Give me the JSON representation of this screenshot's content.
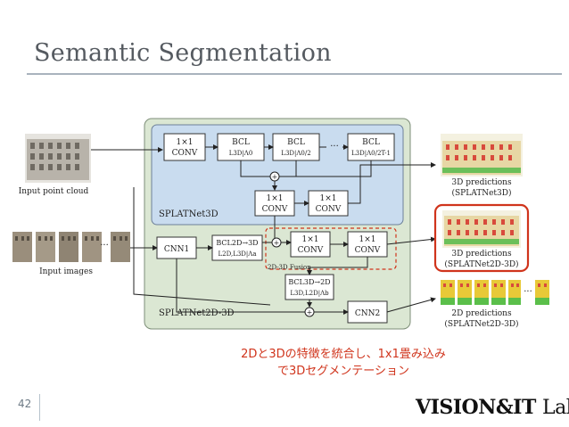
{
  "slide": {
    "title": "Semantic Segmentation",
    "caption_line1": "2Dと3Dの特徴を統合し、1x1畳み込み",
    "caption_line2": "で3Dセグメンテーション",
    "page_number": "42",
    "logo_main": "VISION&IT",
    "logo_sub": "Lab"
  },
  "diagram": {
    "input_point_cloud": "Input point cloud",
    "input_images": "Input images",
    "conv_1x1": "1×1",
    "conv_label": "CONV",
    "bcl": "BCL",
    "bcl_sub_1": "L3D|Λ0",
    "bcl_sub_2": "L3D|Λ0/2",
    "bcl_sub_3": "L3D|Λ0/2T-1",
    "cnn1": "CNN1",
    "cnn2": "CNN2",
    "bcl_2d3d": "BCL2D→3D",
    "bcl_2d3d_sub": "L2D,L3D|Λa",
    "bcl_3d2d": "BCL3D→2D",
    "bcl_3d2d_sub": "L3D,L2D|Λb",
    "fusion_label": "2D-3D Fusion",
    "splatnet_3d": "SPLATNet3D",
    "splatnet_2d3d": "SPLATNet2D-3D",
    "pred_3d_1_title": "3D predictions",
    "pred_3d_1_sub": "(SPLATNet3D)",
    "pred_3d_2_title": "3D predictions",
    "pred_3d_2_sub": "(SPLATNet2D-3D)",
    "pred_2d_title": "2D predictions",
    "pred_2d_sub": "(SPLATNet2D-3D)",
    "ellipsis": "···"
  },
  "colors": {
    "blue_block": "#c9dcef",
    "green_block": "#dbe7d3",
    "highlight_red": "#d0341c",
    "caption_red": "#d0341c"
  }
}
